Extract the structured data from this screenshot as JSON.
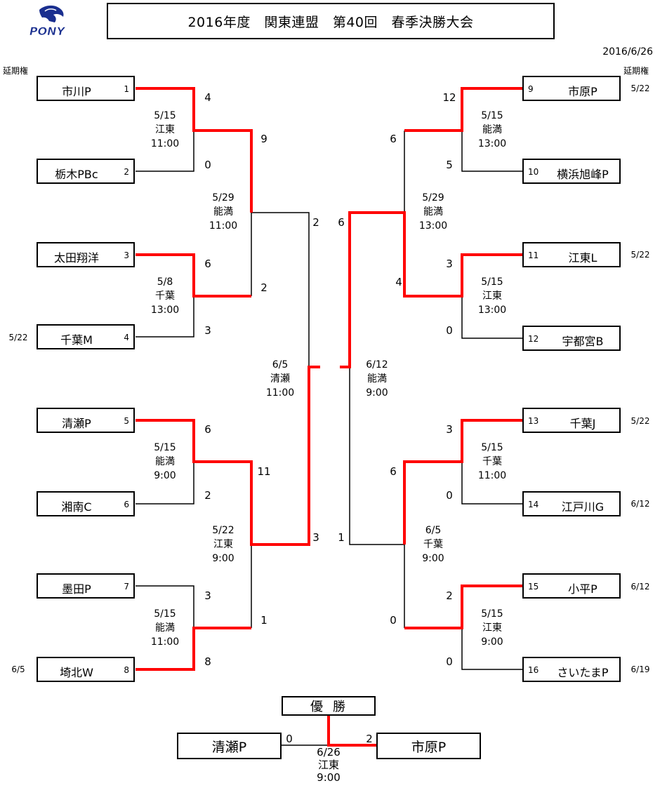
{
  "header": {
    "title": "2016年度　関東連盟　第40回　春季決勝大会",
    "date": "2016/6/26",
    "ext_label": "延期権",
    "logo_text": "PONY",
    "logo_color": "#1a2f8f"
  },
  "colors": {
    "winner_line": "#ff0000",
    "loser_line": "#000000"
  },
  "teams": [
    {
      "no": "1",
      "name": "市川P",
      "ext": ""
    },
    {
      "no": "2",
      "name": "栃木PBc",
      "ext": ""
    },
    {
      "no": "3",
      "name": "太田翔洋",
      "ext": ""
    },
    {
      "no": "4",
      "name": "千葉M",
      "ext": "5/22"
    },
    {
      "no": "5",
      "name": "清瀬P",
      "ext": ""
    },
    {
      "no": "6",
      "name": "湘南C",
      "ext": ""
    },
    {
      "no": "7",
      "name": "墨田P",
      "ext": ""
    },
    {
      "no": "8",
      "name": "埼北W",
      "ext": "6/5"
    },
    {
      "no": "9",
      "name": "市原P",
      "ext": "5/22"
    },
    {
      "no": "10",
      "name": "横浜旭峰P",
      "ext": ""
    },
    {
      "no": "11",
      "name": "江東L",
      "ext": "5/22"
    },
    {
      "no": "12",
      "name": "宇都宮B",
      "ext": ""
    },
    {
      "no": "13",
      "name": "千葉J",
      "ext": "5/22"
    },
    {
      "no": "14",
      "name": "江戸川G",
      "ext": "6/12"
    },
    {
      "no": "15",
      "name": "小平P",
      "ext": "6/12"
    },
    {
      "no": "16",
      "name": "さいたまP",
      "ext": "6/19"
    }
  ],
  "scores": {
    "l1a": "4",
    "l1b": "0",
    "l2a": "6",
    "l2b": "3",
    "l3a": "6",
    "l3b": "2",
    "l4a": "3",
    "l4b": "8",
    "l5a": "9",
    "l5b": "2",
    "l6a": "11",
    "l6b": "1",
    "l7a": "2",
    "l7b": "3",
    "r1a": "12",
    "r1b": "5",
    "r2a": "3",
    "r2b": "0",
    "r3a": "3",
    "r3b": "0",
    "r4a": "2",
    "r4b": "0",
    "r5a": "6",
    "r5b": "4",
    "r6a": "6",
    "r6b": "0",
    "r7a": "6",
    "r7b": "1",
    "fl": "0",
    "fr": "2"
  },
  "matches": {
    "l1": [
      "5/15",
      "江東",
      "11:00"
    ],
    "l2": [
      "5/8",
      "千葉",
      "13:00"
    ],
    "l3": [
      "5/15",
      "能満",
      "9:00"
    ],
    "l4": [
      "5/15",
      "能満",
      "11:00"
    ],
    "l5": [
      "5/29",
      "能満",
      "11:00"
    ],
    "l6": [
      "5/22",
      "江東",
      "9:00"
    ],
    "l7": [
      "6/5",
      "清瀬",
      "11:00"
    ],
    "r1": [
      "5/15",
      "能満",
      "13:00"
    ],
    "r2": [
      "5/15",
      "江東",
      "13:00"
    ],
    "r3": [
      "5/15",
      "千葉",
      "11:00"
    ],
    "r4": [
      "5/15",
      "江東",
      "9:00"
    ],
    "r5": [
      "5/29",
      "能満",
      "13:00"
    ],
    "r6": [
      "6/5",
      "千葉",
      "9:00"
    ],
    "r7": [
      "6/12",
      "能満",
      "9:00"
    ],
    "final": [
      "6/26",
      "江東",
      "9:00"
    ]
  },
  "final": {
    "champion_label": "優勝",
    "left": "清瀬P",
    "right": "市原P"
  }
}
